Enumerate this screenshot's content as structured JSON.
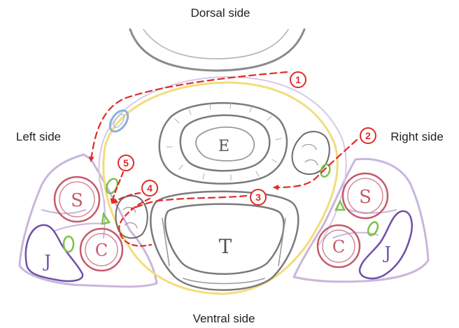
{
  "labels": {
    "dorsal": "Dorsal side",
    "ventral": "Ventral side",
    "left": "Left side",
    "right": "Right side"
  },
  "organs": {
    "esophagus": "E",
    "trachea": "T",
    "left_s": "S",
    "left_c": "C",
    "left_j": "J",
    "right_s": "S",
    "right_c": "C",
    "right_j": "J"
  },
  "steps": [
    "1",
    "2",
    "3",
    "4",
    "5"
  ],
  "colors": {
    "arrow": "#e02a2a",
    "fascia": "#f2dd7a",
    "muscle": "#c9b6dc",
    "vessel": "#c45a6a",
    "vein": "#6f4fa8",
    "nerve": "#7cc24a",
    "outline": "#8a8a8a"
  }
}
